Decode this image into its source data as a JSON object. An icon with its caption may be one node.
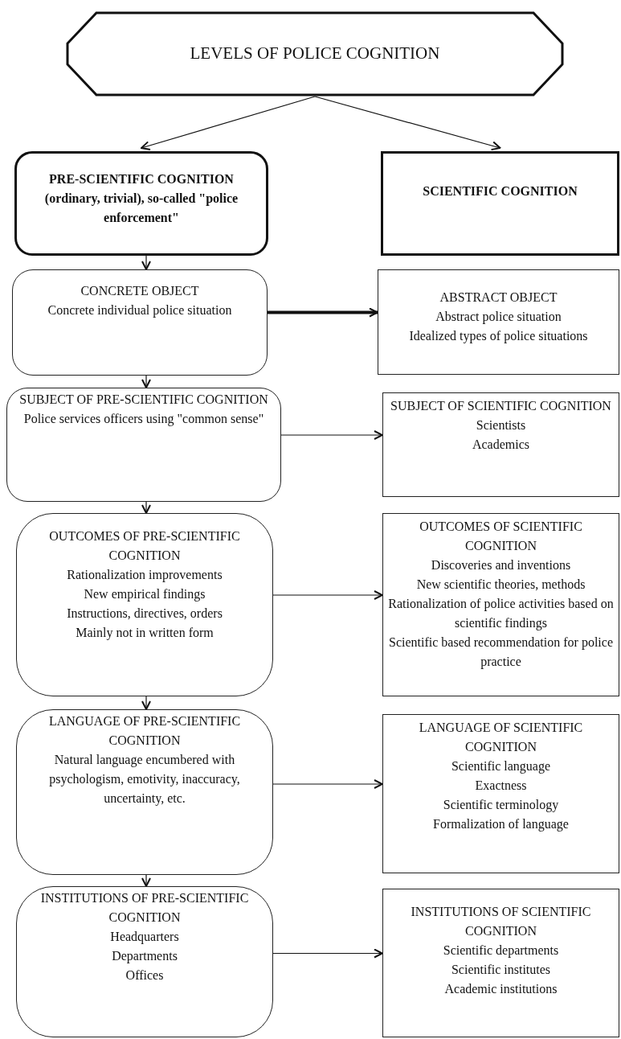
{
  "diagram": {
    "nodes": [
      {
        "text": [
          "LEVELS OF POLICE COGNITION"
        ]
      },
      {
        "text": [
          "PRE-SCIENTIFIC COGNITION (ordinary, trivial), so-called \"police enforcement\""
        ]
      },
      {
        "text": [
          "SCIENTIFIC COGNITION"
        ]
      },
      {
        "text": [
          "CONCRETE OBJECT",
          "Concrete individual police situation"
        ]
      },
      {
        "text": [
          "ABSTRACT OBJECT",
          "Abstract police situation",
          "Idealized types of police situations"
        ]
      },
      {
        "text": [
          "SUBJECT OF PRE-SCIENTIFIC COGNITION",
          "Police services officers using \"common sense\""
        ]
      },
      {
        "text": [
          "SUBJECT OF SCIENTIFIC COGNITION",
          "Scientists",
          "Academics"
        ]
      },
      {
        "text": [
          "OUTCOMES OF PRE-SCIENTIFIC COGNITION",
          "Rationalization improvements",
          "New empirical findings",
          "Instructions, directives, orders",
          "Mainly not in written form"
        ]
      },
      {
        "text": [
          "OUTCOMES OF SCIENTIFIC COGNITION",
          "Discoveries and inventions",
          "New scientific theories, methods",
          "Rationalization of police activities based on scientific findings",
          "Scientific based recommendation for police practice"
        ]
      },
      {
        "text": [
          "LANGUAGE OF PRE-SCIENTIFIC COGNITION",
          "Natural language encumbered with psychologism, emotivity, inaccuracy, uncertainty, etc."
        ]
      },
      {
        "text": [
          "LANGUAGE OF SCIENTIFIC COGNITION",
          "Scientific language",
          "Exactness",
          "Scientific terminology",
          "Formalization of language"
        ]
      },
      {
        "text": [
          "INSTITUTIONS OF PRE-SCIENTIFIC COGNITION",
          "Headquarters",
          "Departments",
          "Offices"
        ]
      },
      {
        "text": [
          "INSTITUTIONS OF SCIENTIFIC COGNITION",
          "Scientific departments",
          "Scientific institutes",
          "Academic institutions"
        ]
      }
    ],
    "edges": [
      {
        "from": 0,
        "to": 1,
        "arrow": "to"
      },
      {
        "from": 0,
        "to": 2,
        "arrow": "to"
      },
      {
        "from": 1,
        "to": 3,
        "arrow": "to"
      },
      {
        "from": 3,
        "to": 4,
        "arrow": "to",
        "style": "thick"
      },
      {
        "from": 3,
        "to": 5,
        "arrow": "to"
      },
      {
        "from": 5,
        "to": 6,
        "arrow": "to"
      },
      {
        "from": 5,
        "to": 7,
        "arrow": "to"
      },
      {
        "from": 7,
        "to": 8,
        "arrow": "to"
      },
      {
        "from": 7,
        "to": 9,
        "arrow": "to"
      },
      {
        "from": 9,
        "to": 10,
        "arrow": "to"
      },
      {
        "from": 9,
        "to": 11,
        "arrow": "to"
      },
      {
        "from": 11,
        "to": 12,
        "arrow": "to"
      }
    ]
  }
}
